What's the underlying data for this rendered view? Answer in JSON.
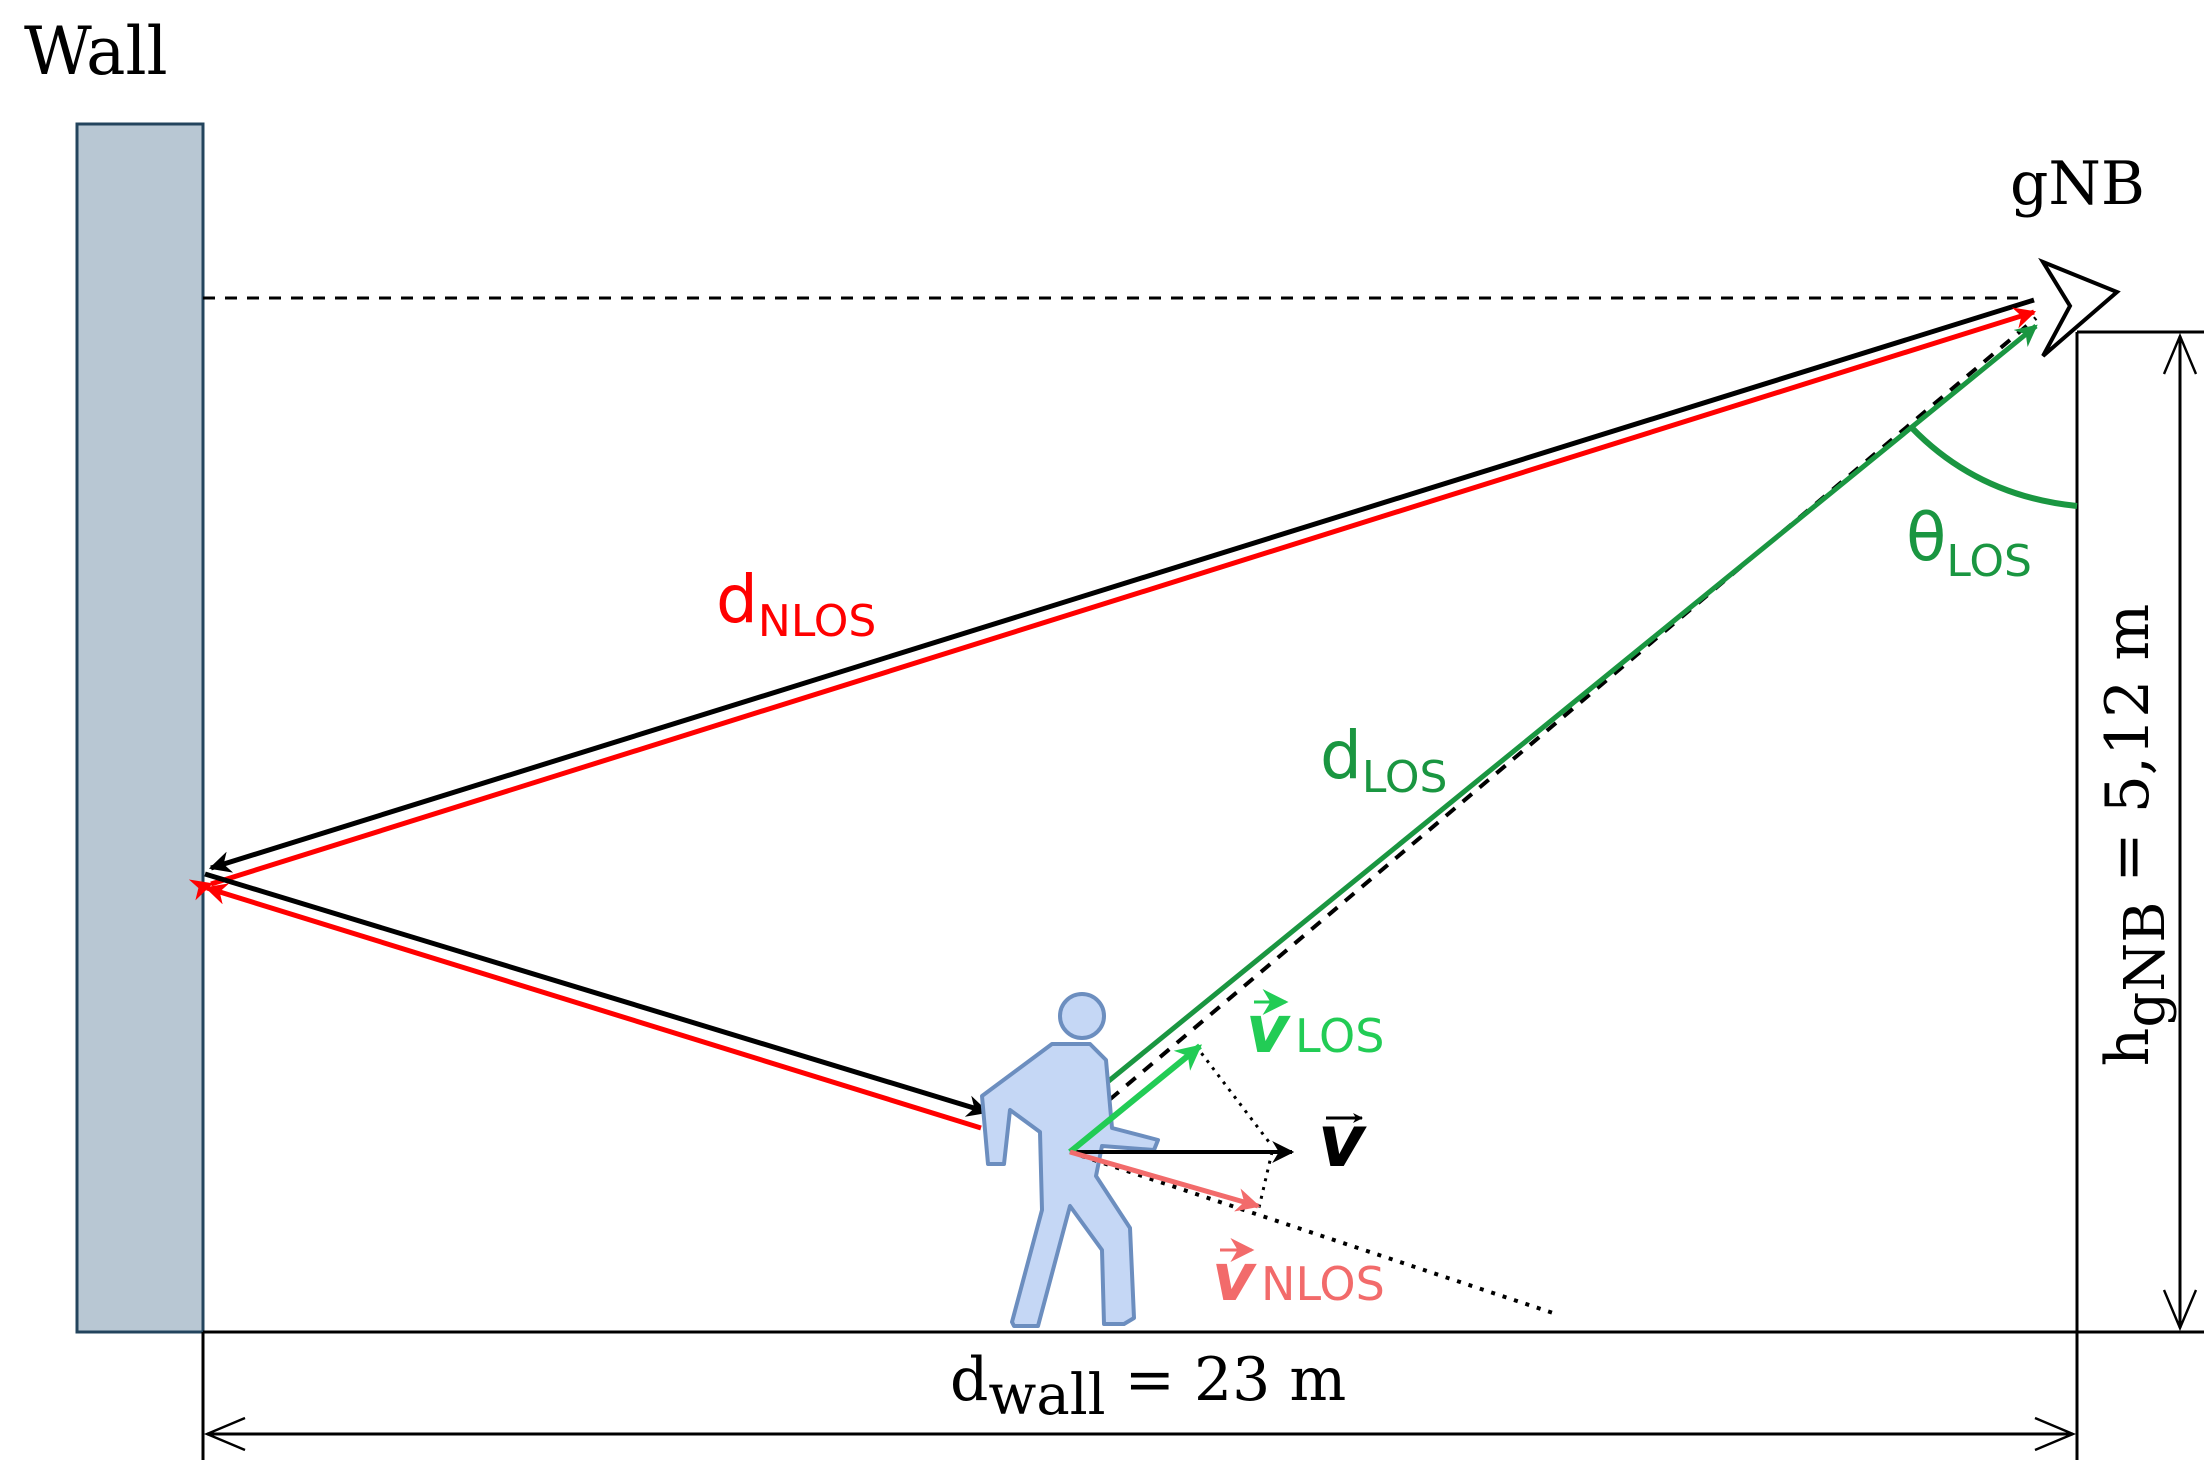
{
  "labels": {
    "wall": "Wall",
    "gnb": "gNB",
    "d_nlos_main": "d",
    "d_nlos_sub": "NLOS",
    "d_los_main": "d",
    "d_los_sub": "LOS",
    "theta_main": "θ",
    "theta_sub": "LOS",
    "v_main": "v",
    "v_los_main": "v",
    "v_los_sub": "LOS",
    "v_nlos_main": "v",
    "v_nlos_sub": "NLOS",
    "dwall_main": "d",
    "dwall_sub": "wall",
    "dwall_rest": " = 23 m",
    "h_main": "h",
    "h_sub": "gNB",
    "h_rest": " = 5,12 m"
  },
  "colors": {
    "nlos": "#ff0000",
    "los": "#1a9641",
    "v_los": "#22cc55",
    "v_nlos": "#f26b6b",
    "wall_fill": "#b8c7d3",
    "wall_stroke": "#23445d",
    "person_fill": "#c5d7f5",
    "person_stroke": "#6c8ebf"
  }
}
